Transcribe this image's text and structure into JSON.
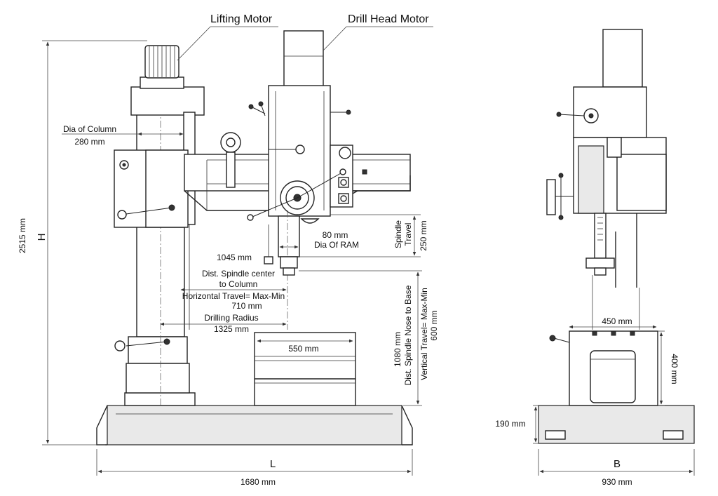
{
  "callouts": {
    "lifting_motor": "Lifting Motor",
    "drill_head_motor": "Drill Head Motor"
  },
  "front_view": {
    "height_letter": "H",
    "height_value": "2515 mm",
    "length_letter": "L",
    "length_value": "1680 mm",
    "column_dia_label": "Dia of Column",
    "column_dia_value": "280 mm",
    "ram_dia_value": "80 mm",
    "ram_dia_label": "Dia Of RAM",
    "spindle_travel_label_1": "Spindle",
    "spindle_travel_label_2": "Travel",
    "spindle_travel_value": "250 mm",
    "min_dist_value": "1045 mm",
    "spindle_center_label_1": "Dist. Spindle center",
    "spindle_center_label_2": "to Column",
    "horizontal_travel_label": "Horizontal Travel= Max-Min",
    "horizontal_travel_value": "710 mm",
    "drilling_radius_label": "Drilling Radius",
    "drilling_radius_value": "1325 mm",
    "table_width_value": "550 mm",
    "nose_to_base_value": "1080 mm",
    "nose_to_base_label": "Dist. Spindle Nose to Base",
    "vertical_travel_label": "Vertical Travel= Max-Min",
    "vertical_travel_value": "600 mm"
  },
  "side_view": {
    "table_width_value": "450 mm",
    "table_height_value": "400 mm",
    "base_height_value": "190 mm",
    "width_letter": "B",
    "width_value": "930 mm"
  }
}
